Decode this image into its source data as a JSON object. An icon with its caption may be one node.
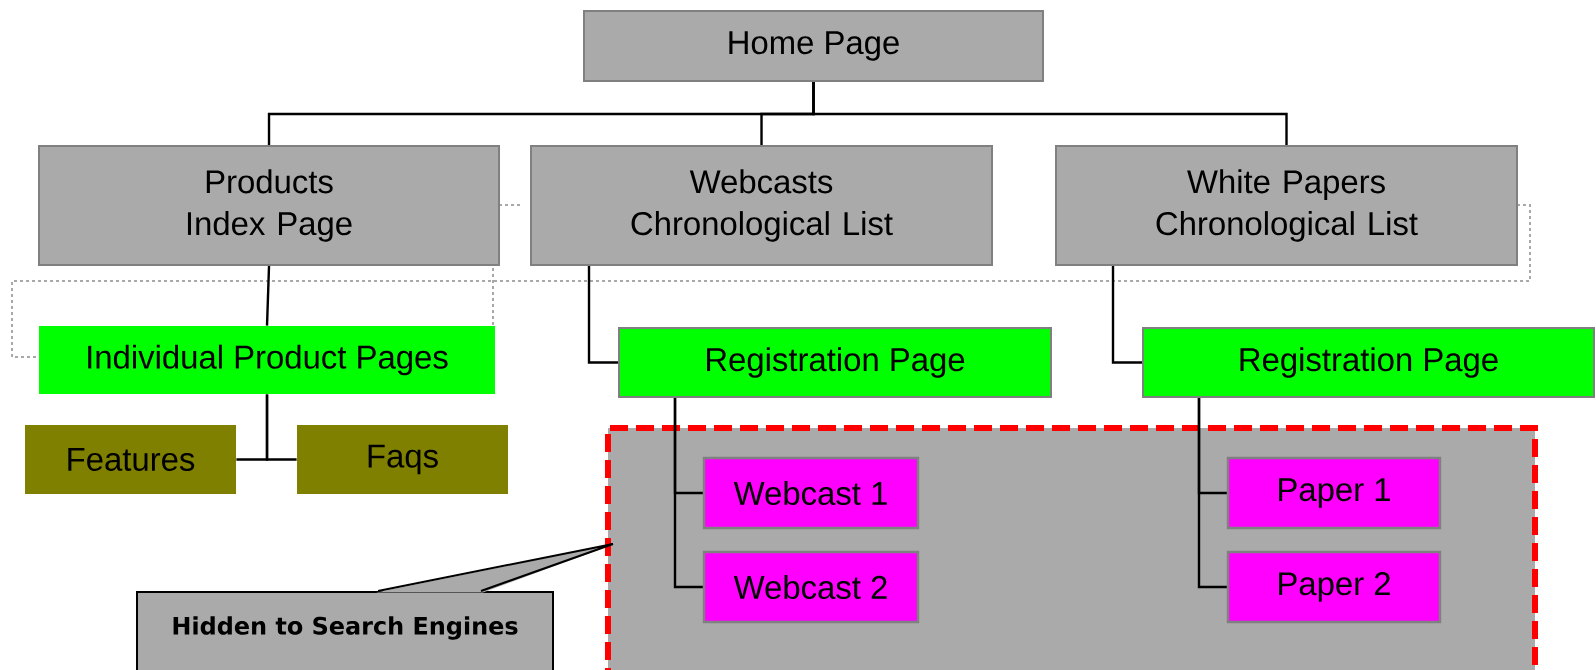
{
  "diagram": {
    "nodes": [
      {
        "text": [
          "Home Page"
        ]
      },
      {
        "text": [
          "Products Index Page"
        ]
      },
      {
        "text": [
          "Webcasts Chronological List"
        ]
      },
      {
        "text": [
          "White Papers Chronological List"
        ]
      },
      {
        "text": [
          "Individual Product Pages"
        ]
      },
      {
        "text": [
          "Features"
        ]
      },
      {
        "text": [
          "Faqs"
        ]
      },
      {
        "text": [
          "Registration Page"
        ]
      },
      {
        "text": [
          "Registration Page"
        ]
      },
      {
        "text": [],
        "shape": "box"
      },
      {
        "text": [
          "Webcast 1"
        ],
        "in": 9
      },
      {
        "text": [
          "Webcast 2"
        ],
        "in": 9
      },
      {
        "text": [
          "Paper 1"
        ],
        "in": 9
      },
      {
        "text": [
          "Paper 2"
        ],
        "in": 9
      },
      {
        "text": [
          "Hidden to Search Engines"
        ]
      }
    ],
    "edges": [
      {
        "from": 0,
        "to": 1,
        "arrow": "none"
      },
      {
        "from": 0,
        "to": 2,
        "arrow": "none"
      },
      {
        "from": 0,
        "to": 3,
        "arrow": "none"
      },
      {
        "from": 1,
        "to": 4,
        "arrow": "none"
      },
      {
        "from": 4,
        "to": 5,
        "arrow": "none"
      },
      {
        "from": 4,
        "to": 6,
        "arrow": "none"
      },
      {
        "from": 2,
        "to": 7,
        "arrow": "none"
      },
      {
        "from": 3,
        "to": 8,
        "arrow": "none"
      },
      {
        "from": 7,
        "to": 10,
        "arrow": "none"
      },
      {
        "from": 7,
        "to": 11,
        "arrow": "none"
      },
      {
        "from": 8,
        "to": 12,
        "arrow": "none"
      },
      {
        "from": 8,
        "to": 13,
        "arrow": "none"
      },
      {
        "from": 14,
        "to": 9,
        "arrow": "none"
      }
    ]
  }
}
